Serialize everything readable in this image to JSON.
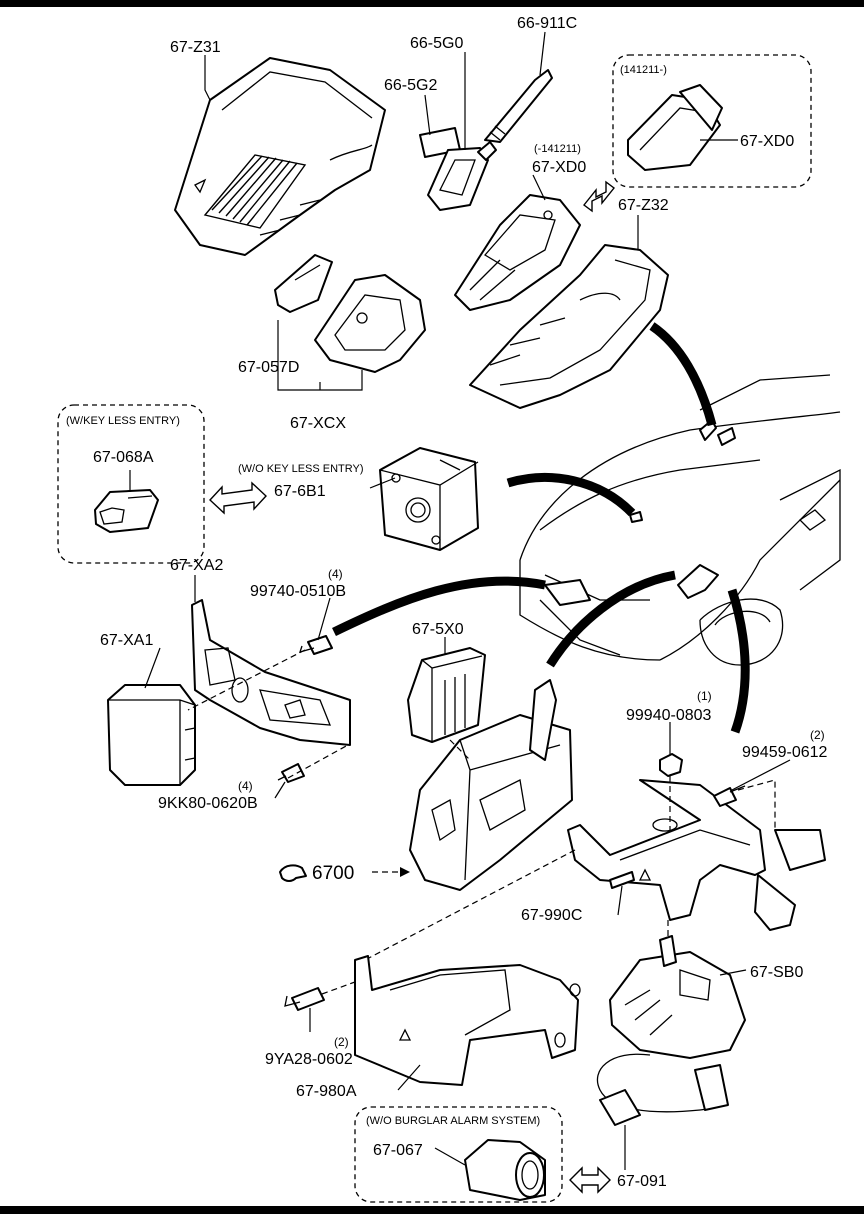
{
  "labels": {
    "p67z31": "67-Z31",
    "p665g0": "66-5G0",
    "p66911c": "66-911C",
    "p665g2": "66-5G2",
    "note141211_from": "(141211-)",
    "p67xd0_right": "67-XD0",
    "note141211_to": "(-141211)",
    "p67xd0_center": "67-XD0",
    "p67z32": "67-Z32",
    "p67057d": "67-057D",
    "p67xcx": "67-XCX",
    "note_keyless": "(W/KEY LESS ENTRY)",
    "p67068a": "67-068A",
    "note_no_keyless": "(W/O KEY LESS ENTRY)",
    "p676b1": "67-6B1",
    "p67xa2": "67-XA2",
    "qty_99740": "(4)",
    "p99740": "99740-0510B",
    "p67xa1": "67-XA1",
    "p675x0": "67-5X0",
    "qty_9kk80": "(4)",
    "p9kk80": "9KK80-0620B",
    "qty_99940": "(1)",
    "p99940": "99940-0803",
    "qty_99459": "(2)",
    "p99459": "99459-0612",
    "p6700": "6700",
    "p67990c": "67-990C",
    "p67sb0": "67-SB0",
    "qty_9ya28": "(2)",
    "p9ya28": "9YA28-0602",
    "p67980a": "67-980A",
    "note_burglar": "(W/O BURGLAR ALARM SYSTEM)",
    "p67067": "67-067",
    "p67091": "67-091"
  },
  "icons": {
    "reference": "pointing-hand-icon",
    "interchange": "double-arrow-icon"
  }
}
